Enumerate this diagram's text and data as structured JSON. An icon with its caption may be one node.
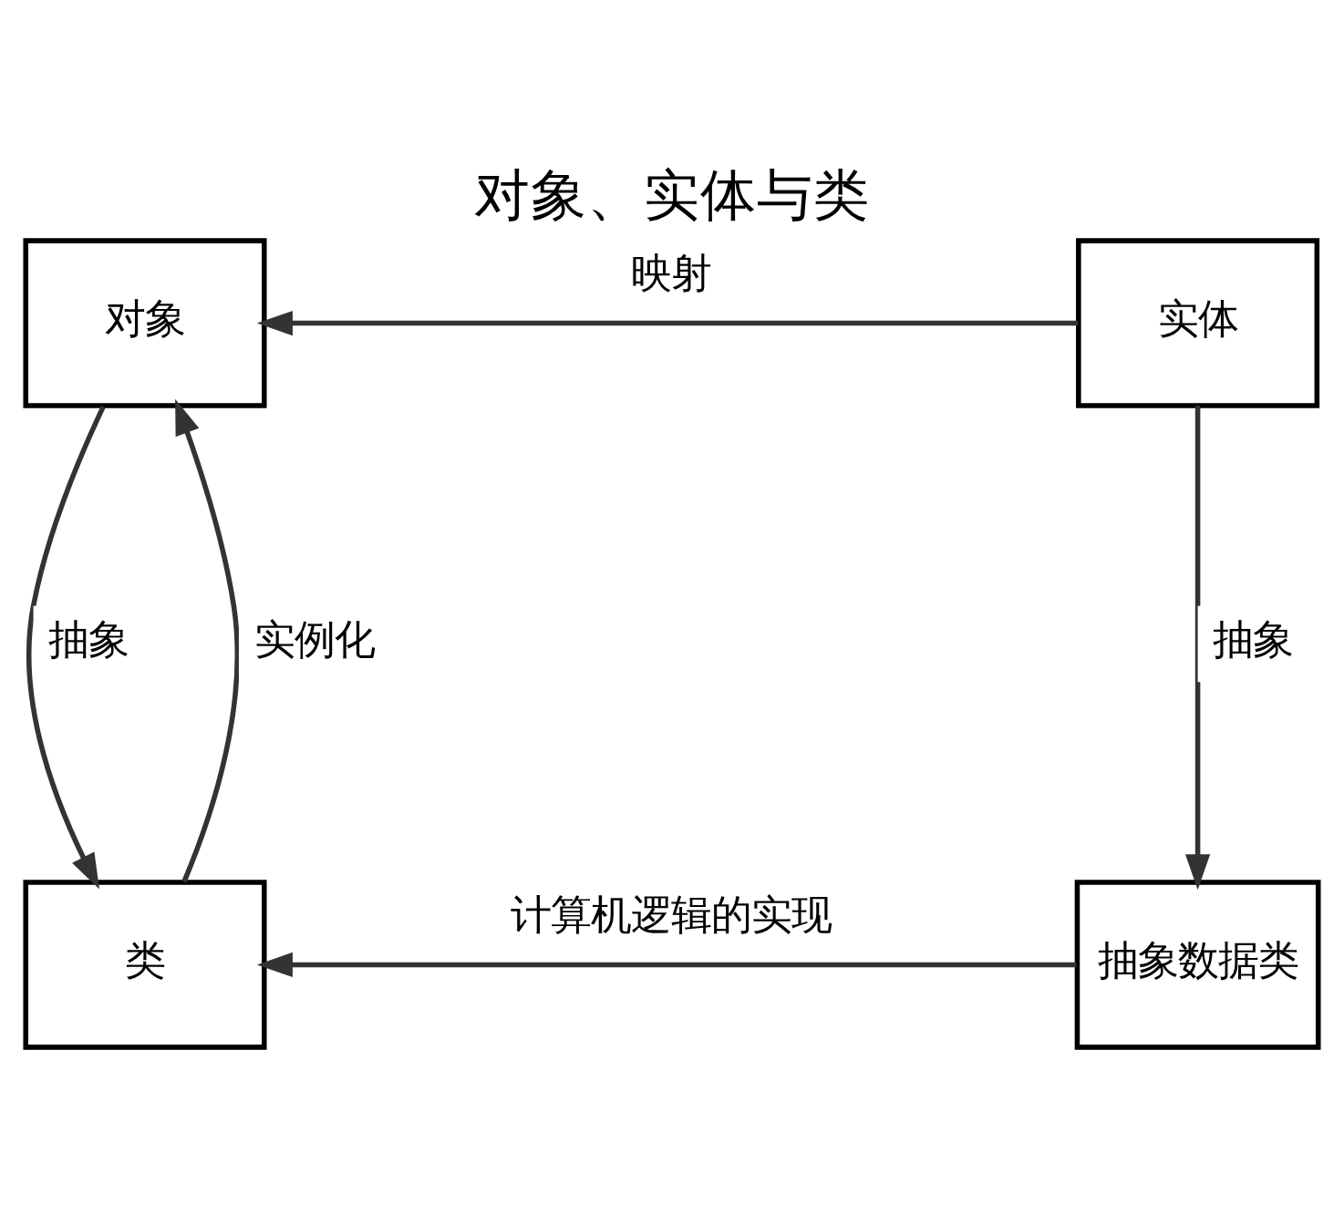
{
  "diagram": {
    "title": "对象、实体与类",
    "nodes": [
      {
        "text": [
          "对象"
        ]
      },
      {
        "text": [
          "实体"
        ]
      },
      {
        "text": [
          "类"
        ]
      },
      {
        "text": [
          "抽象数据类"
        ]
      }
    ],
    "edges": [
      {
        "from": 1,
        "to": 0,
        "arrow": "to",
        "label": "映射"
      },
      {
        "from": 0,
        "to": 2,
        "arrow": "to",
        "label": "抽象"
      },
      {
        "from": 2,
        "to": 0,
        "arrow": "to",
        "label": "实例化"
      },
      {
        "from": 1,
        "to": 3,
        "arrow": "to",
        "label": "抽象"
      },
      {
        "from": 3,
        "to": 2,
        "arrow": "to",
        "label": "计算机逻辑的实现"
      }
    ]
  }
}
